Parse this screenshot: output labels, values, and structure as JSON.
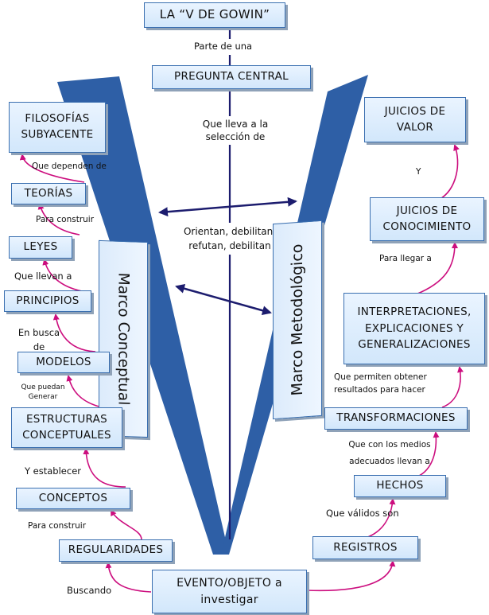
{
  "title": "LA “V DE GOWIN”",
  "center": {
    "label_top": "Parte de una",
    "question": "PREGUNTA CENTRAL",
    "label_mid": "Que lleva a la selección de",
    "label_orient": "Orientan, debilitan, refutan, debilitan"
  },
  "bottom": {
    "event": "EVENTO/OBJETO a investigar"
  },
  "conceptual": {
    "frame_label": "Marco Conceptual",
    "nodes": {
      "filosofias": "FILOSOFÍAS SUBYACENTE",
      "teorias": "TEORÍAS",
      "leyes": "LEYES",
      "principios": "PRINCIPIOS",
      "modelos": "MODELOS",
      "estructuras": "ESTRUCTURAS CONCEPTUALES",
      "conceptos": "CONCEPTOS",
      "regularidades": "REGULARIDADES"
    },
    "links": {
      "buscando": "Buscando",
      "para_construir_1": "Para construir",
      "y_establecer": "Y establecer",
      "que_puedan_generar": "Que puedan Generar",
      "en_busca_de": "En busca de",
      "que_llevan_a": "Que llevan a",
      "para_construir_2": "Para construir",
      "que_dependen_de": "Que dependen de"
    }
  },
  "methodological": {
    "frame_label": "Marco Metodológico",
    "nodes": {
      "juicios_valor": "JUICIOS DE VALOR",
      "juicios_conocimiento": "JUICIOS DE CONOCIMIENTO",
      "interpretaciones": "INTERPRETACIONES, EXPLICACIONES Y GENERALIZACIONES",
      "transformaciones": "TRANSFORMACIONES",
      "hechos": "HECHOS",
      "registros": "REGISTROS"
    },
    "links": {
      "y": "Y",
      "para_llegar_a": "Para llegar a",
      "que_permiten": "Que permiten obtener resultados para hacer",
      "que_con_los_medios": "Que con los medios adecuados llevan a",
      "que_validos_son": "Que válidos son"
    }
  },
  "colors": {
    "v_blue": "#2e5fa6",
    "box_border": "#3a6fb0",
    "arrow_magenta": "#cc0d7e",
    "axis_navy": "#1c1c6e"
  }
}
